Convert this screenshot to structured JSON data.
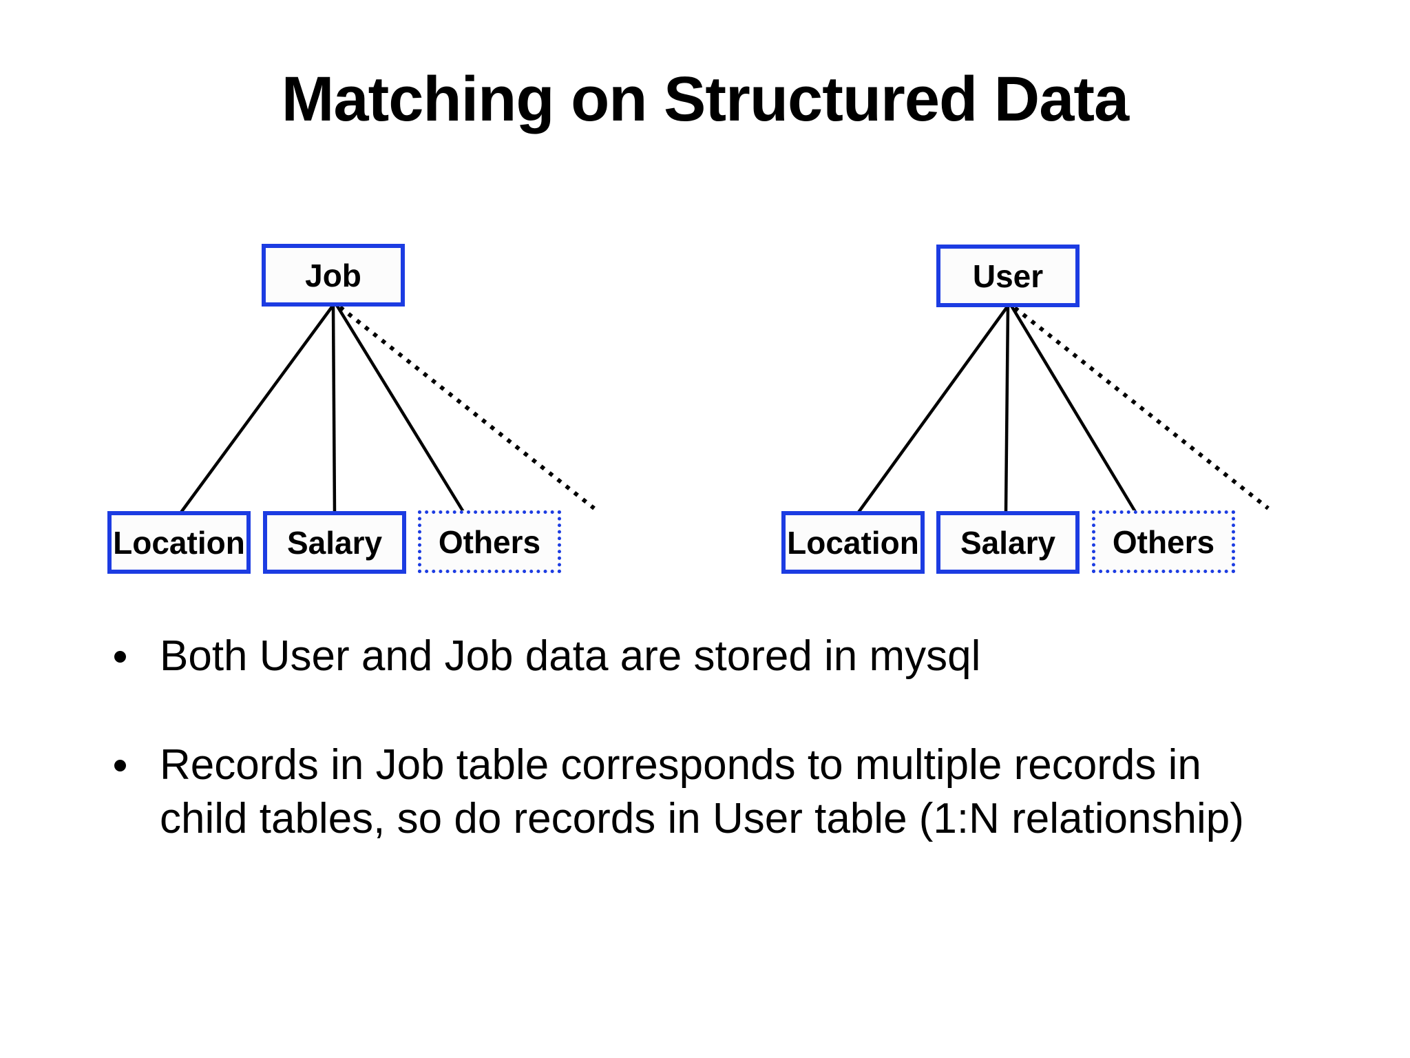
{
  "slide": {
    "title": "Matching on Structured Data",
    "bullets": [
      "Both User and Job data are stored in mysql",
      "Records in Job table corresponds to multiple records in child tables, so do records in User table (1:N relationship)"
    ]
  },
  "trees": [
    {
      "root": "Job",
      "children": [
        {
          "label": "Location",
          "border": "solid"
        },
        {
          "label": "Salary",
          "border": "solid"
        },
        {
          "label": "Others",
          "border": "dotted"
        }
      ],
      "extra_edge": "dotted-diagonal-to-more-children"
    },
    {
      "root": "User",
      "children": [
        {
          "label": "Location",
          "border": "solid"
        },
        {
          "label": "Salary",
          "border": "solid"
        },
        {
          "label": "Others",
          "border": "dotted"
        }
      ],
      "extra_edge": "dotted-diagonal-to-more-children"
    }
  ],
  "colors": {
    "background": "#ffffff",
    "box_border_blue": "#1c3ce2",
    "box_fill": "#fcfcfc",
    "edge_line": "#000000",
    "text": "#000000"
  }
}
